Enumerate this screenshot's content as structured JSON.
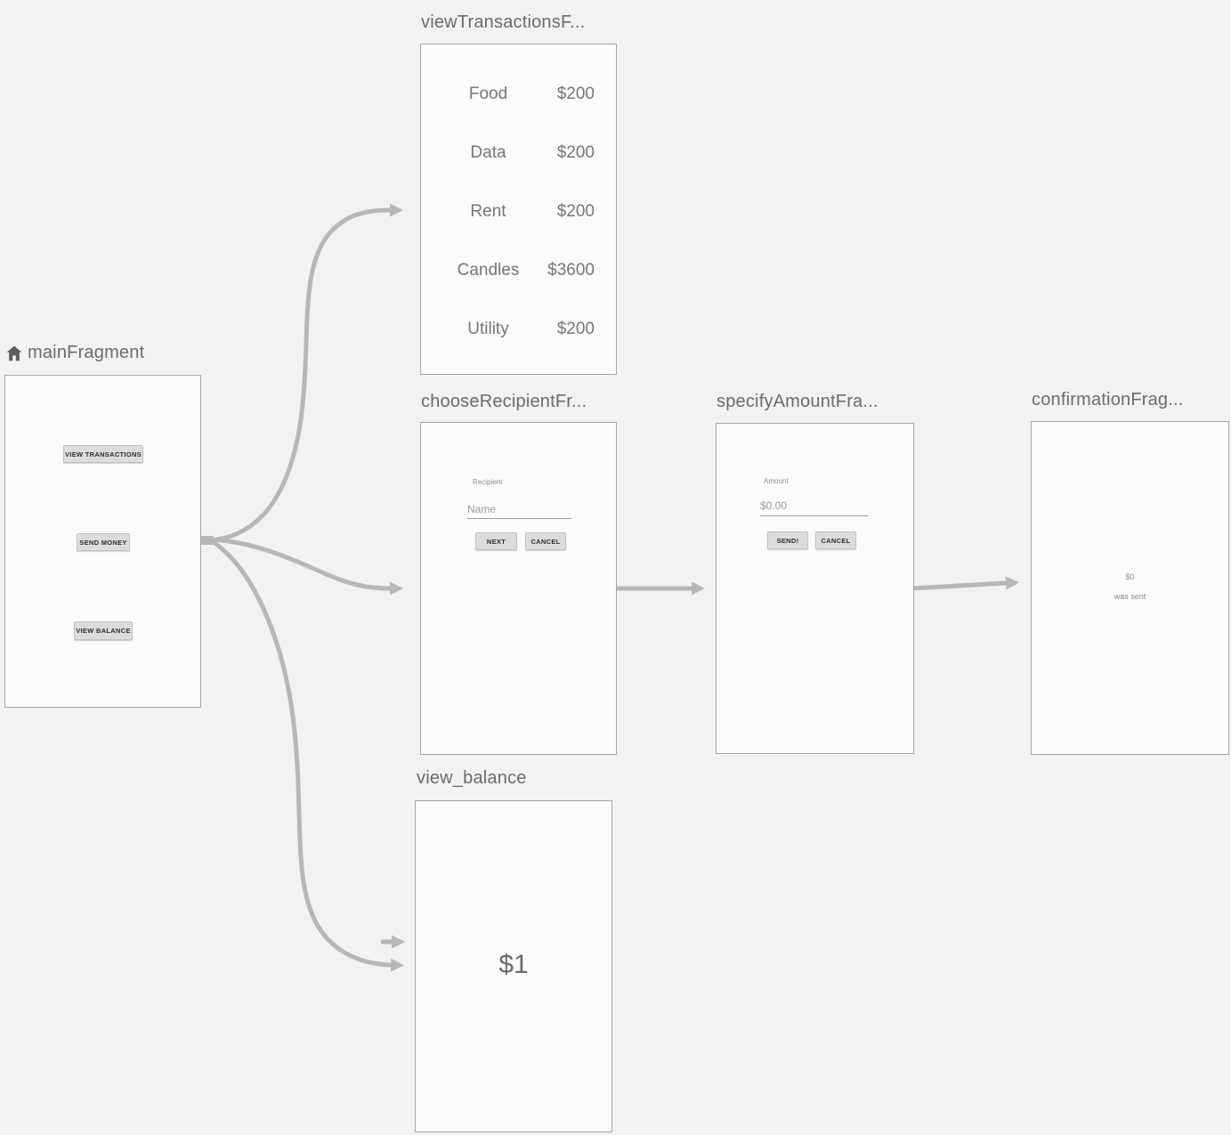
{
  "colors": {
    "background": "#f2f2f2",
    "panel_bg": "#fbfbfb",
    "panel_border": "#a6a6a6",
    "arrow": "#b7b7b7",
    "button_bg": "#dcdcdc",
    "title_text": "#6b6b6b"
  },
  "nodes": {
    "main": {
      "title": "mainFragment",
      "icon": "home-icon",
      "buttons": {
        "view_transactions": "VIEW TRANSACTIONS",
        "send_money": "SEND MONEY",
        "view_balance": "VIEW BALANCE"
      }
    },
    "view_transactions": {
      "title": "viewTransactionsF...",
      "rows": [
        {
          "label": "Food",
          "amount": "$200"
        },
        {
          "label": "Data",
          "amount": "$200"
        },
        {
          "label": "Rent",
          "amount": "$200"
        },
        {
          "label": "Candles",
          "amount": "$3600"
        },
        {
          "label": "Utility",
          "amount": "$200"
        }
      ]
    },
    "choose_recipient": {
      "title": "chooseRecipientFr...",
      "field_label": "Recipient",
      "input_placeholder": "Name",
      "next_label": "NEXT",
      "cancel_label": "CANCEL"
    },
    "specify_amount": {
      "title": "specifyAmountFra...",
      "field_label": "Amount",
      "input_placeholder": "$0.00",
      "send_label": "SEND!",
      "cancel_label": "CANCEL"
    },
    "confirmation": {
      "title": "confirmationFrag...",
      "amount": "$0",
      "message": "was sent"
    },
    "view_balance": {
      "title": "view_balance",
      "balance": "$1"
    }
  }
}
